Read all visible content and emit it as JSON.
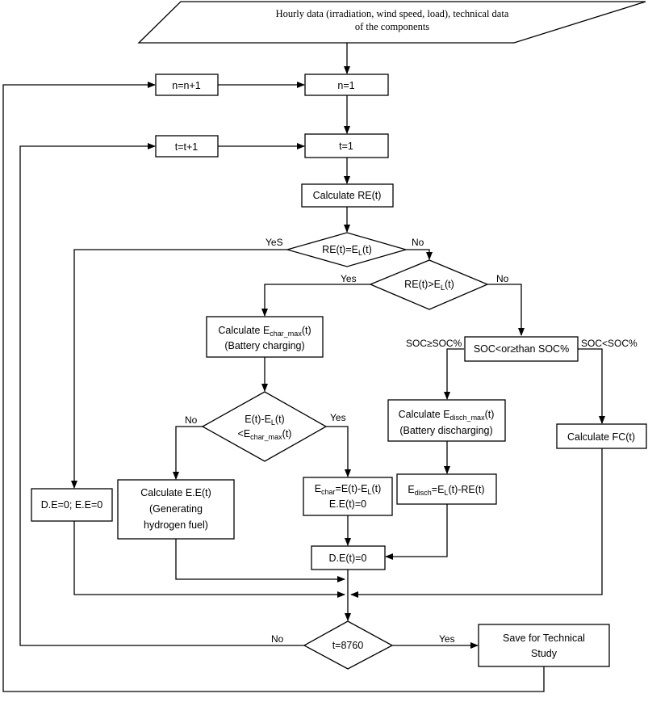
{
  "input": {
    "line1": "Hourly data (irradiation, wind speed, load), technical data",
    "line2": "of the components"
  },
  "loops": {
    "n_init": "n=1",
    "n_inc": "n=n+1",
    "t_init": "t=1",
    "t_inc": "t=t+1"
  },
  "calc_re": "Calculate RE(t)",
  "decision_equal": {
    "pre": "RE(t)=E",
    "sub": "L",
    "post": "(t)",
    "yes": "YeS",
    "no": "No"
  },
  "decision_greater": {
    "pre": "RE(t)>E",
    "sub": "L",
    "post": "(t)",
    "yes": "Yes",
    "no": "No"
  },
  "charge": {
    "pre": "Calculate E",
    "sub": "char_max",
    "post": "(t)",
    "line2": "(Battery charging)"
  },
  "decision_charge": {
    "line1_pre": "E(t)-E",
    "line1_sub": "L",
    "line1_post": "(t)",
    "line2_pre": "<E",
    "line2_sub": "char_max",
    "line2_post": "(t)",
    "yes": "Yes",
    "no": "No"
  },
  "soc": {
    "label": "SOC<or≥than SOC%",
    "left": "SOC≥SOC%",
    "right": "SOC<SOC%"
  },
  "discharge": {
    "pre": "Calculate E",
    "sub": "disch_max",
    "post": "(t)",
    "line2": "(Battery discharging)"
  },
  "fc": "Calculate FC(t)",
  "de_ee_zero": "D.E=0; E.E=0",
  "ee_calc": {
    "line1": "Calculate E.E(t)",
    "line2": "(Generating",
    "line3": "hydrogen fuel)"
  },
  "echar": {
    "l1_a": "E",
    "l1_sub1": "char",
    "l1_b": "=E(t)-E",
    "l1_sub2": "L",
    "l1_c": "(t)",
    "line2": "E.E(t)=0"
  },
  "edisch": {
    "a": "E",
    "sub1": "disch",
    "b": "=E",
    "sub2": "L",
    "c": "(t)-RE(t)"
  },
  "de_zero": "D.E(t)=0",
  "final": {
    "label": "t=8760",
    "yes": "Yes",
    "no": "No"
  },
  "save": {
    "line1": "Save for Technical",
    "line2": "Study"
  }
}
